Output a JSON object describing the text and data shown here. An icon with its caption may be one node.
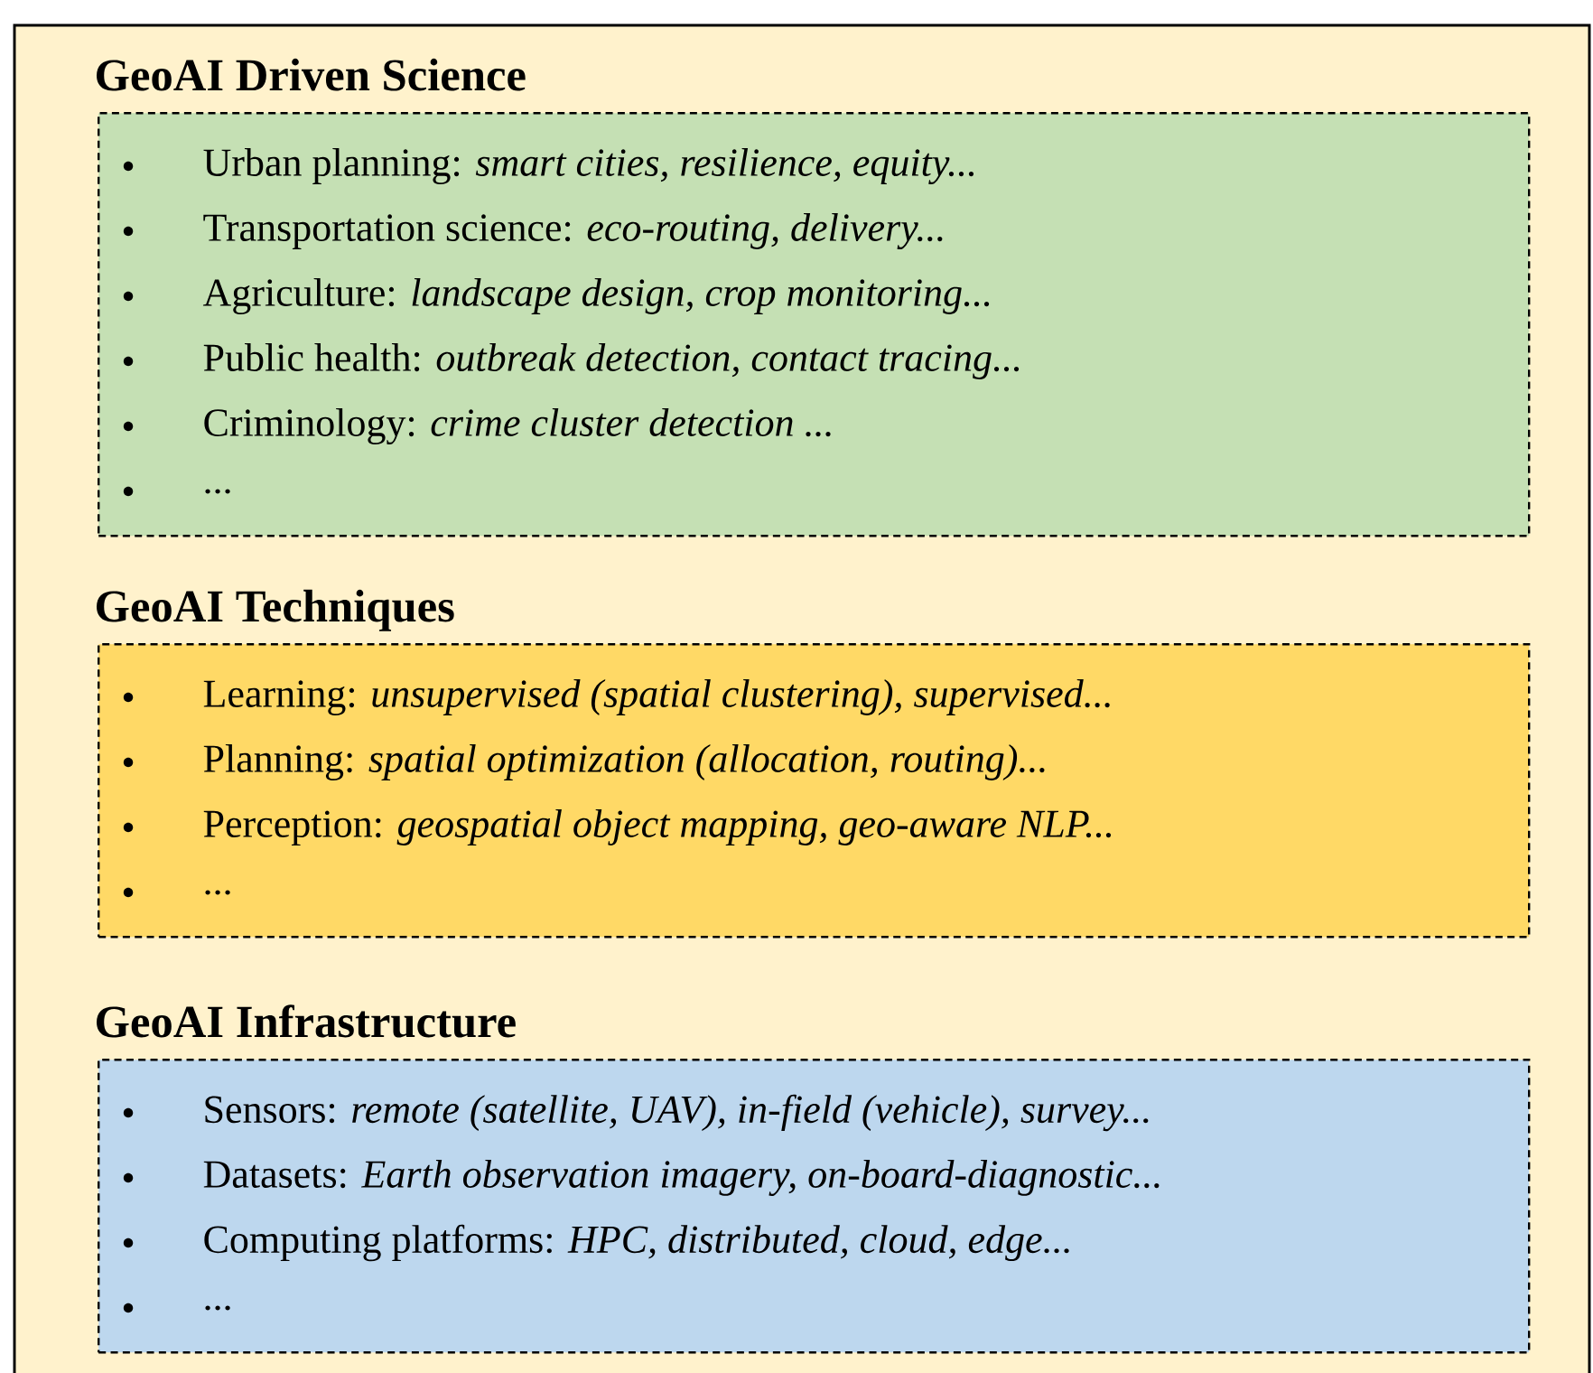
{
  "diagram": {
    "nodes": [
      {
        "text": [
          "GeoAI Driven Science",
          "Urban planning: *smart cities, resilience, equity...*",
          "Transportation science: *eco-routing, delivery...*",
          "Agriculture: *landscape design, crop monitoring...*",
          "Public health: *outbreak detection, contact tracing...*",
          "Criminology: *crime cluster detection ...*",
          "..."
        ]
      },
      {
        "text": [
          "GeoAI Techniques",
          "Learning: *unsupervised (spatial clustering), supervised...*",
          "Planning: *spatial optimization (allocation, routing)...*",
          "Perception: *geospatial object mapping, geo-aware NLP...*",
          "..."
        ]
      },
      {
        "text": [
          "GeoAI Infrastructure",
          "Sensors: *remote (satellite, UAV), in-field (vehicle), survey...*",
          "Datasets: *Earth observation imagery, on-board-diagnostic...*",
          "Computing platforms: *HPC, distributed, cloud, edge...*",
          "..."
        ]
      }
    ]
  }
}
